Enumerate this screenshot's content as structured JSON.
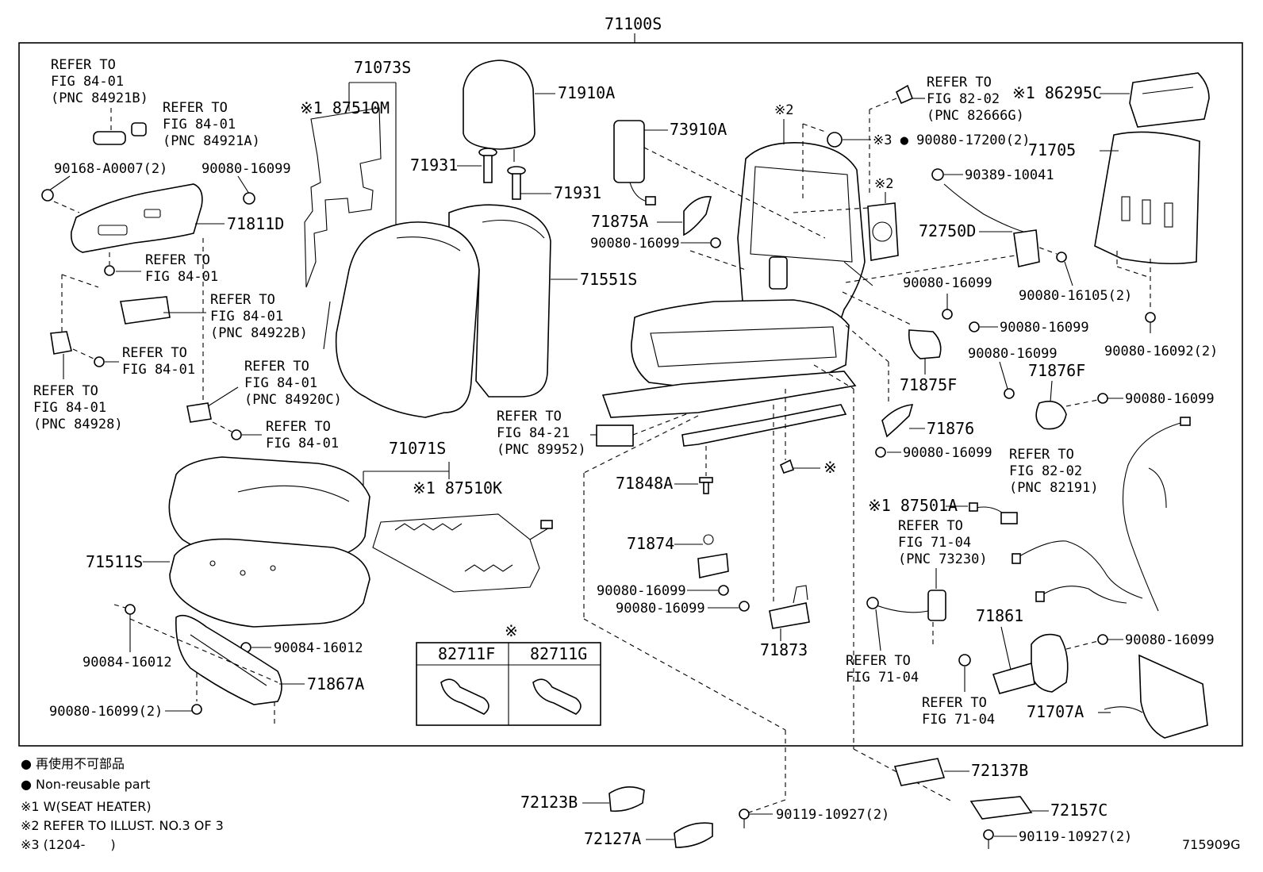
{
  "title": "71100S",
  "footer_code": "715909G",
  "labels": {
    "p71073S": "71073S",
    "p87510M": "※1 87510M",
    "p71910A": "71910A",
    "p71931a": "71931",
    "p71931b": "71931",
    "p73910A": "73910A",
    "p71551S": "71551S",
    "p71875A": "71875A",
    "p90080_16099_a": "90080-16099",
    "p71811D": "71811D",
    "p90168": "90168-A0007(2)",
    "p90080_16099_b": "90080-16099",
    "p71071S": "71071S",
    "p87510K": "※1 87510K",
    "p71511S": "71511S",
    "p90084_16012_a": "90084-16012",
    "p90084_16012_b": "90084-16012",
    "p71867A": "71867A",
    "p90080_16099_2_c": "90080-16099(2)",
    "p71848A": "71848A",
    "p71874": "71874",
    "p90080_16099_d": "90080-16099",
    "p90080_16099_e": "90080-16099",
    "p71873": "71873",
    "p72123B": "72123B",
    "p72127A": "72127A",
    "p90119_a": "90119-10927(2)",
    "p72137B": "72137B",
    "p72157C": "72157C",
    "p90119_b": "90119-10927(2)",
    "p86295C": "※1 86295C",
    "p71705": "71705",
    "p90080_17200": "※3 ● 90080-17200(2)",
    "p90389": "90389-10041",
    "p72750D": "72750D",
    "p90080_16105": "90080-16105(2)",
    "p90080_16092": "90080-16092(2)",
    "p90080_16099_f": "90080-16099",
    "p90080_16099_g": "90080-16099",
    "p71875F": "71875F",
    "p90080_16099_h": "90080-16099",
    "p71876F": "71876F",
    "p90080_16099_i": "90080-16099",
    "p71876": "71876",
    "p90080_16099_j": "90080-16099",
    "p87501A": "※1 87501A",
    "p71861": "71861",
    "p90080_16099_k": "90080-16099",
    "p71707A": "71707A",
    "mark2a": "※2",
    "mark2b": "※2",
    "mark_clip": "※"
  },
  "refers": {
    "r1": [
      "REFER TO",
      "FIG 84-01",
      "(PNC 84921B)"
    ],
    "r2": [
      "REFER TO",
      "FIG 84-01",
      "(PNC 84921A)"
    ],
    "r3": [
      "REFER TO",
      "FIG 84-01"
    ],
    "r4": [
      "REFER TO",
      "FIG 84-01",
      "(PNC 84922B)"
    ],
    "r5": [
      "REFER TO",
      "FIG 84-01"
    ],
    "r6": [
      "REFER TO",
      "FIG 84-01",
      "(PNC 84928)"
    ],
    "r7": [
      "REFER TO",
      "FIG 84-01",
      "(PNC 84920C)"
    ],
    "r8": [
      "REFER TO",
      "FIG 84-01"
    ],
    "r9": [
      "REFER TO",
      "FIG 84-21",
      "(PNC 89952)"
    ],
    "r10": [
      "REFER TO",
      "FIG 82-02",
      "(PNC 82666G)"
    ],
    "r11": [
      "REFER TO",
      "FIG 82-02",
      "(PNC 82191)"
    ],
    "r12": [
      "REFER TO",
      "FIG 71-04",
      "(PNC 73230)"
    ],
    "r13": [
      "REFER TO",
      "FIG 71-04"
    ],
    "r14": [
      "REFER TO",
      "FIG 71-04"
    ]
  },
  "clip_box": {
    "mark": "※",
    "left": "82711F",
    "right": "82711G"
  },
  "notes": [
    "● 再使用不可部品",
    "● Non-reusable part",
    "※1 W(SEAT HEATER)",
    "※2 REFER TO ILLUST. NO.3 OF 3",
    "※3 (1204-　　)"
  ]
}
